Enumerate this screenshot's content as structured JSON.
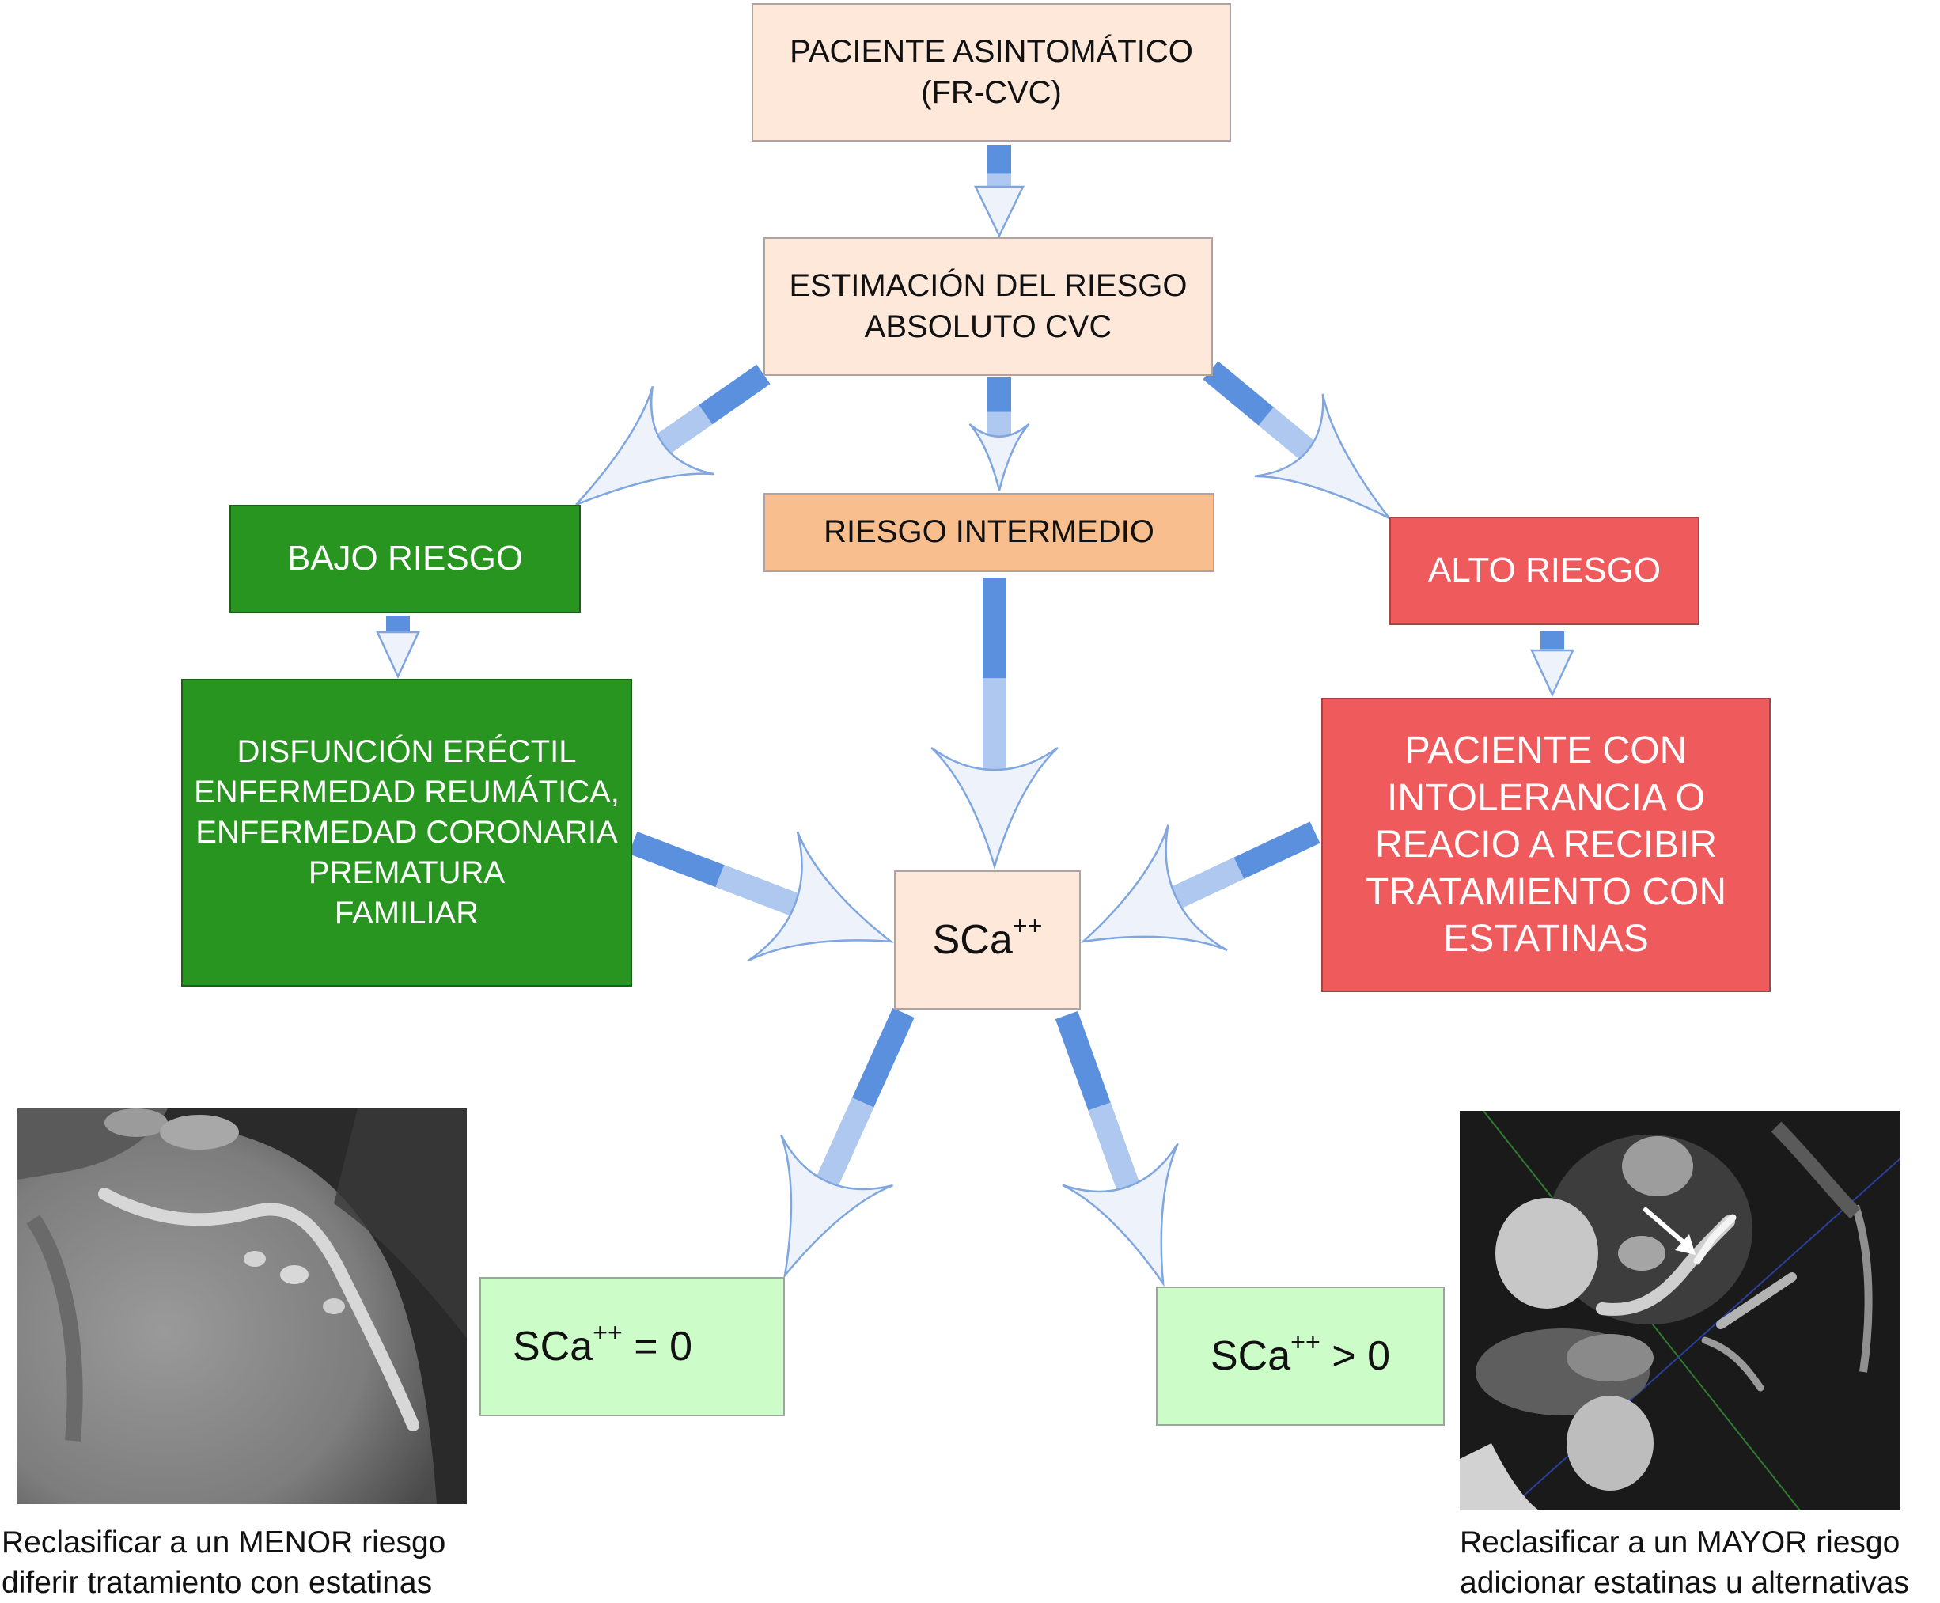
{
  "nodes": {
    "paciente": {
      "line1": "PACIENTE ASINTOMÁTICO",
      "line2": "(FR-CVC)"
    },
    "estimacion": {
      "line1": "ESTIMACIÓN DEL RIESGO",
      "line2": "ABSOLUTO CVC"
    },
    "bajo": {
      "label": "BAJO RIESGO"
    },
    "intermedio": {
      "label": "RIESGO INTERMEDIO"
    },
    "alto": {
      "label": "ALTO RIESGO"
    },
    "factores": {
      "lines": [
        "DISFUNCIÓN ERÉCTIL",
        "ENFERMEDAD REUMÁTICA,",
        "ENFERMEDAD CORONARIA",
        "PREMATURA",
        "FAMILIAR"
      ]
    },
    "intolerancia": {
      "lines": [
        "PACIENTE CON",
        "INTOLERANCIA O",
        "REACIO A RECIBIR",
        "TRATAMIENTO CON",
        "ESTATINAS"
      ]
    },
    "sca": {
      "base": "SCa",
      "sup": "++"
    },
    "sca_cero": {
      "base": "SCa",
      "sup": "++",
      "suffix": " = 0"
    },
    "sca_mayor": {
      "base": "SCa",
      "sup": "++",
      "suffix": " > 0"
    }
  },
  "captions": {
    "left": {
      "line1": "Reclasificar a un MENOR riesgo",
      "line2": "diferir tratamiento con estatinas"
    },
    "right": {
      "line1": "Reclasificar a un MAYOR riesgo",
      "line2": "adicionar estatinas u alternativas"
    }
  },
  "colors": {
    "peach": "#fde8d9",
    "orange": "#f9be8d",
    "green": "#27951f",
    "red": "#ef5a5d",
    "light_green": "#ccfcc8",
    "arrow_blue": "#3a7ad8"
  }
}
